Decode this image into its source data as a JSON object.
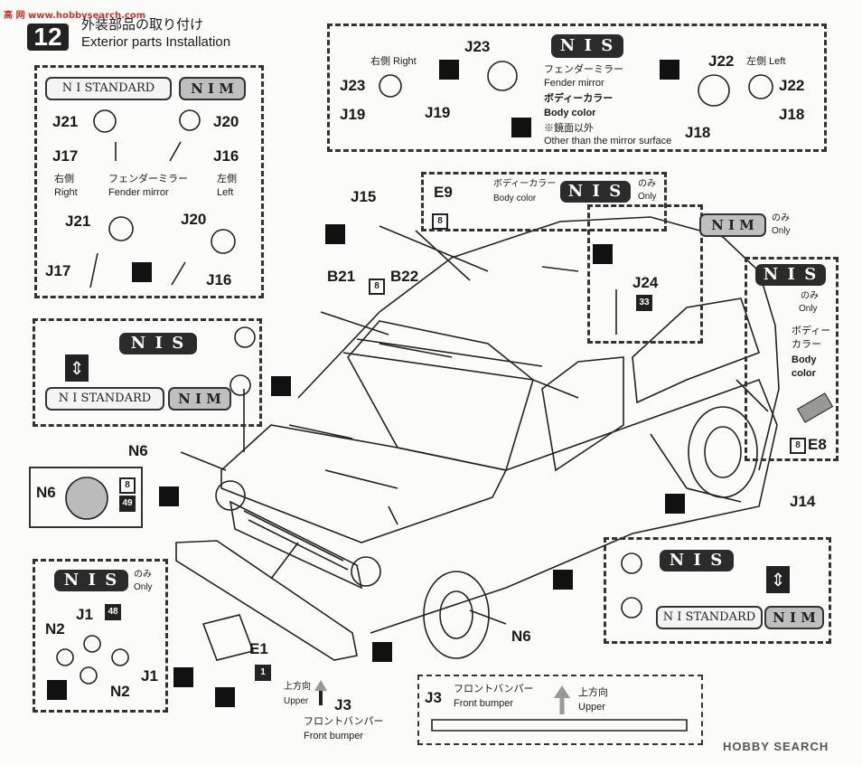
{
  "step": {
    "number": "12",
    "title_jp": "外装部品の取り付け",
    "title_en": "Exterior parts  Installation"
  },
  "watermark_top": "高 网 www.hobbysearch.com",
  "watermark_bottom": "HOBBY SEARCH",
  "labels": {
    "nis": "N I  S",
    "nim": "N I  M",
    "nistandard": "N I STANDARD",
    "only_jp": "のみ",
    "only_en": "Only",
    "migi": "右側",
    "right": "Right",
    "hidari": "左側",
    "left": "Left",
    "migi_right": "右側 Right",
    "hidari_left": "左側 Left",
    "fender_jp": "フェンダーミラー",
    "fender_en": "Fender mirror",
    "body_jp": "ボディーカラー",
    "body_en": "Body color",
    "kyomen_jp": "※鏡面以外",
    "kyomen_en": "Other than the mirror surface",
    "bodycolor_vertical_jp1": "ボディー",
    "bodycolor_vertical_jp2": "カラー",
    "bodycolor_vertical_en1": "Body",
    "bodycolor_vertical_en2": "color",
    "front_bumper_jp": "フロントバンパー",
    "front_bumper_en": "Front bumper",
    "upper_jp": "上方向",
    "upper_en": "Upper"
  },
  "parts": {
    "J23": "J23",
    "J22": "J22",
    "J19": "J19",
    "J18": "J18",
    "J21": "J21",
    "J20": "J20",
    "J17": "J17",
    "J16": "J16",
    "J15": "J15",
    "E9": "E9",
    "J24": "J24",
    "B21": "B21",
    "B22": "B22",
    "E8": "E8",
    "N6": "N6",
    "J14": "J14",
    "N2": "N2",
    "J1": "J1",
    "E1": "E1",
    "J3": "J3"
  },
  "numbers": {
    "n8": "8",
    "n33": "33",
    "n49": "49",
    "n48": "48",
    "n1": "1"
  }
}
